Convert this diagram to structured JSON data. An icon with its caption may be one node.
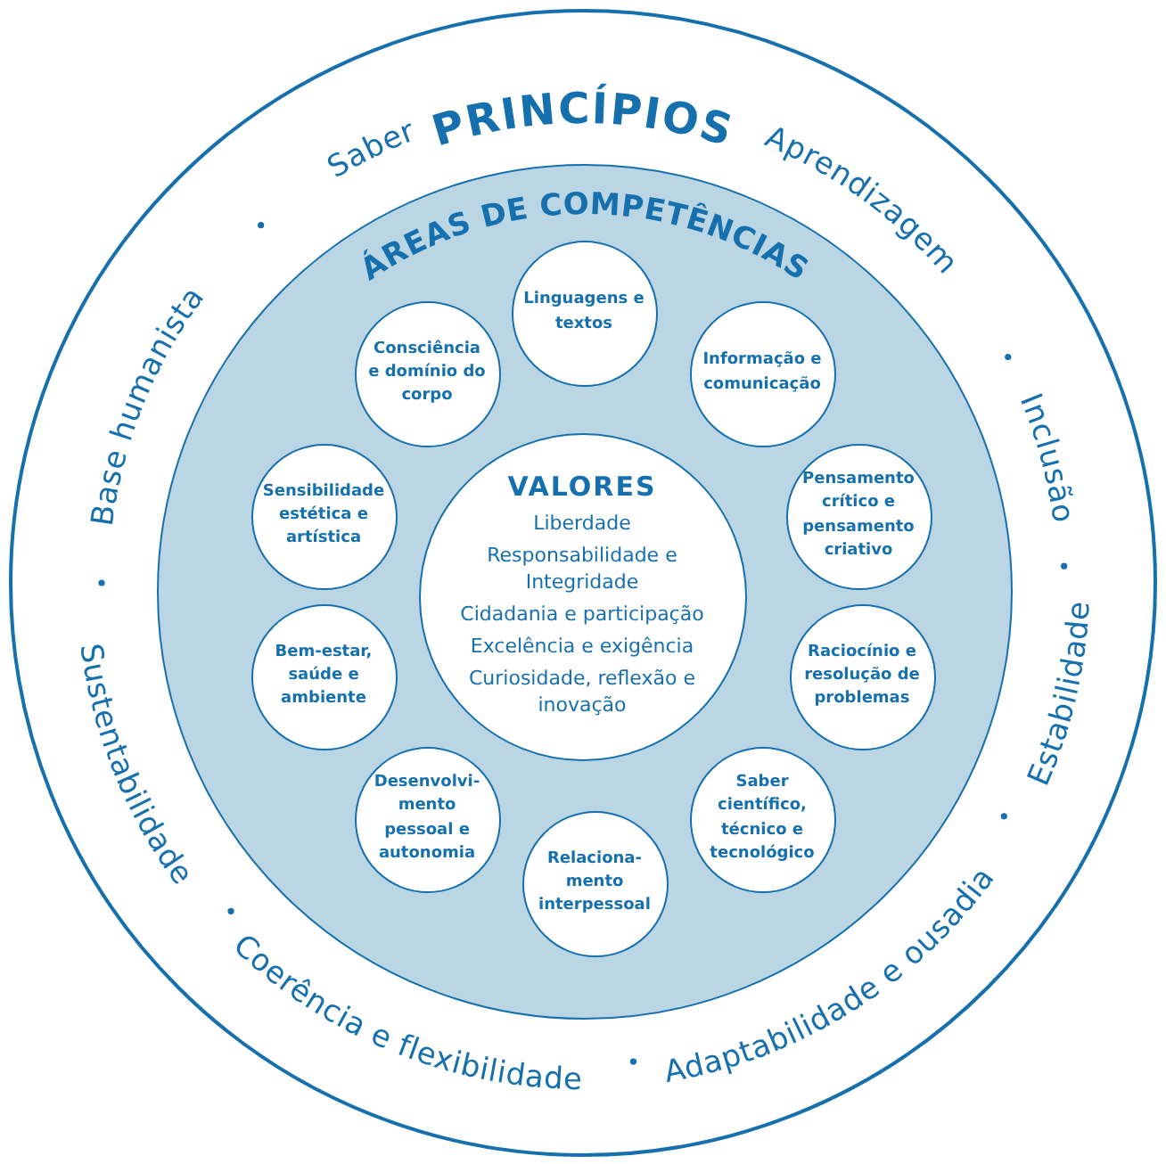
{
  "diagram": {
    "nodes": [
      {
        "text": [
          "PRINCÍPIOS"
        ]
      },
      {
        "text": [
          "ÁREAS DE COMPETÊNCIAS"
        ],
        "in": 0
      },
      {
        "text": [
          "Linguagens e textos"
        ],
        "in": 1
      },
      {
        "text": [
          "Informação e comunicação"
        ],
        "in": 1
      },
      {
        "text": [
          "Pensamento crítico e pensamento criativo"
        ],
        "in": 1
      },
      {
        "text": [
          "Raciocínio e resolução de problemas"
        ],
        "in": 1
      },
      {
        "text": [
          "Saber científico, técnico e tecnológico"
        ],
        "in": 1
      },
      {
        "text": [
          "Relaciona- mento interpessoal"
        ],
        "in": 1
      },
      {
        "text": [
          "Desenvolvi- mento pessoal e autonomia"
        ],
        "in": 1
      },
      {
        "text": [
          "Bem-estar, saúde e ambiente"
        ],
        "in": 1
      },
      {
        "text": [
          "Sensibilidade estética e artística"
        ],
        "in": 1
      },
      {
        "text": [
          "Consciência e domínio do corpo"
        ],
        "in": 1
      },
      {
        "text": [
          "VALORES",
          "Liberdade",
          "Responsabilidade e Integridade",
          "Cidadania e participação",
          "Excelência e exigência",
          "Curiosidade, reflexão e inovação"
        ],
        "in": 1
      }
    ],
    "labels": [
      "Base humanista",
      "Saber",
      "Aprendizagem",
      "Inclusão",
      "Estabilidade",
      "Adaptabilidade e ousadia",
      "Coerência e flexibilidade",
      "Sustentabilidade"
    ]
  }
}
